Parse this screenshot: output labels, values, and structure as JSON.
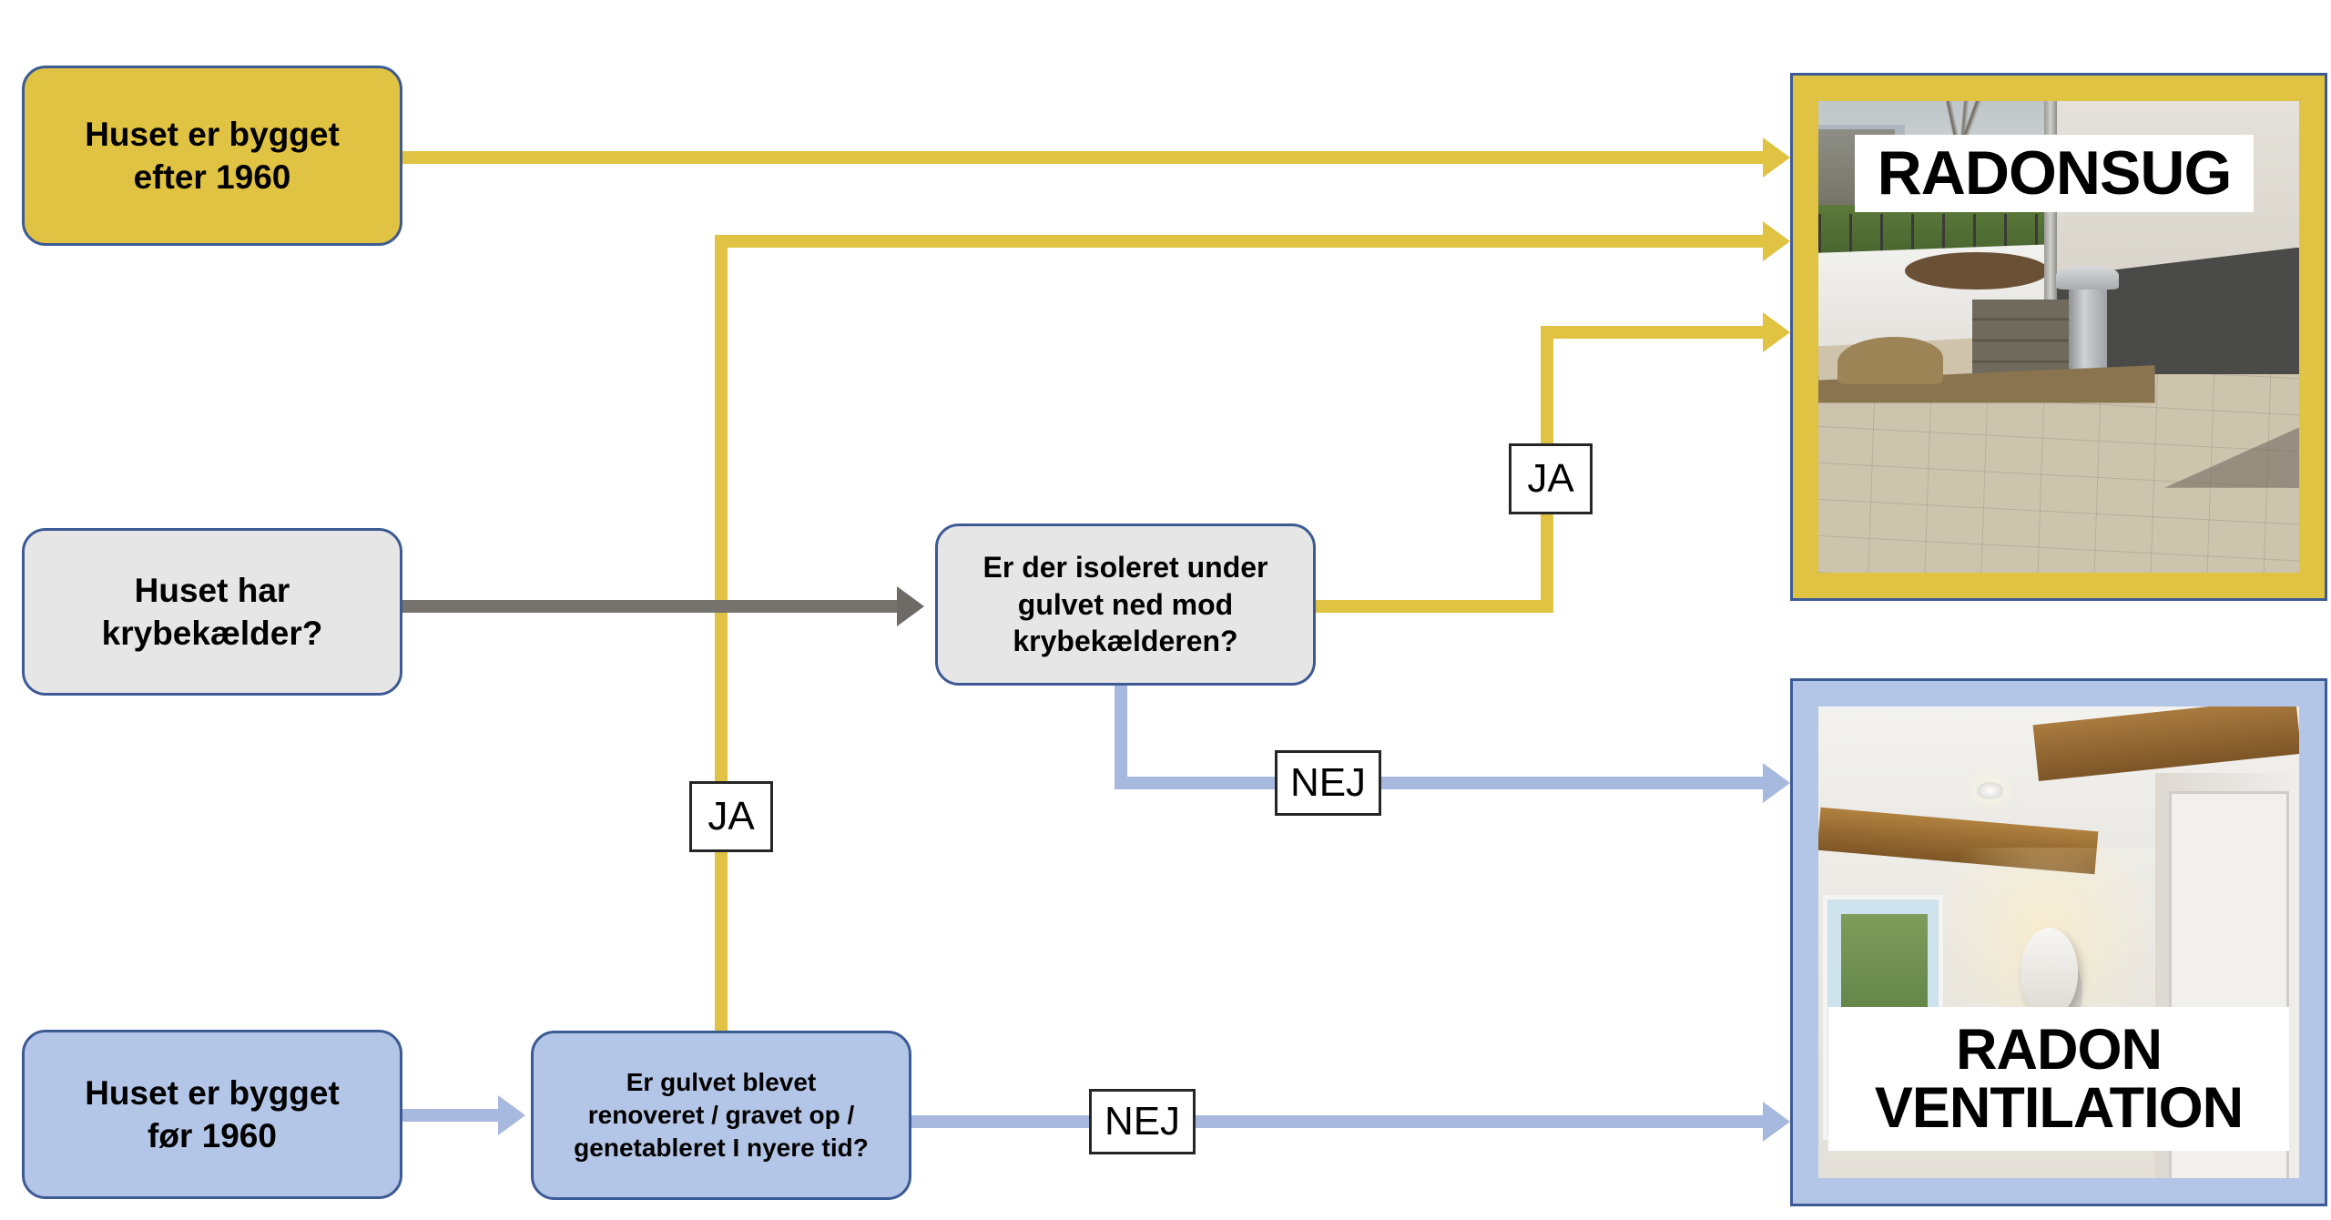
{
  "diagram": {
    "title": "Radon afhjaelpning beslutningstrae",
    "colors": {
      "yellow": "#E0C342",
      "blue": "#B4C6E7",
      "grey": "#E7E6E6",
      "border_blue": "#3C5A94",
      "arrow_yellow": "#E0C342",
      "arrow_blue": "#A7B9DF",
      "arrow_grey": "#76726E"
    }
  },
  "nodes": {
    "built_after_1960": "Huset er bygget\nefter 1960",
    "has_crawlspace": "Huset har\nkrybekælder?",
    "insulated_under_floor": "Er der isoleret under\ngulvet ned mod\nkrybekælderen?",
    "built_before_1960": "Huset er bygget\nfør 1960",
    "floor_renovated": "Er gulvet blevet\nrenoveret / gravet op /\ngenetableret I nyere tid?"
  },
  "results": {
    "radonsug": {
      "caption": "RADONSUG",
      "photo": "outdoor-radon-suction-pipe-photo"
    },
    "ventilation": {
      "caption": "RADON\nVENTILATION",
      "photo": "indoor-room-ventilation-unit-photo"
    }
  },
  "edge_labels": {
    "ja_insulated": "JA",
    "ja_floor_renovated": "JA",
    "nej_insulated": "NEJ",
    "nej_floor_renovated": "NEJ"
  }
}
